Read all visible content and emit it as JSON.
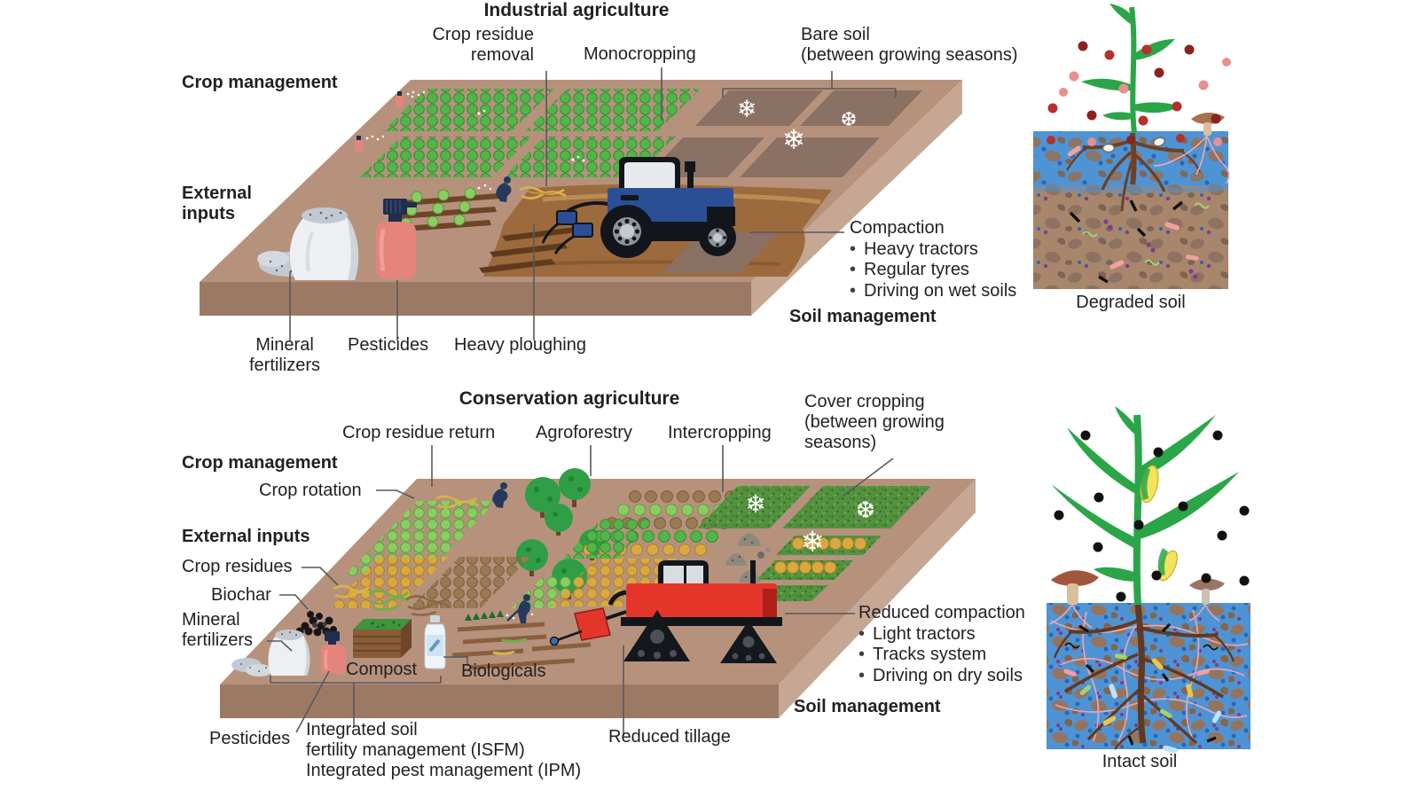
{
  "figure": {
    "type": "comparison-infographic",
    "topic": "Industrial vs conservation agriculture effects on soil"
  },
  "industrial": {
    "title": "Industrial agriculture",
    "crop_management": "Crop management",
    "external_inputs": "External\ninputs",
    "soil_management": "Soil management",
    "crop_residue_removal": "Crop residue\nremoval",
    "monocropping": "Monocropping",
    "bare_soil": "Bare soil\n(between growing seasons)",
    "mineral_fertilizers": "Mineral\nfertilizers",
    "pesticides": "Pesticides",
    "heavy_ploughing": "Heavy ploughing",
    "compaction": {
      "title": "Compaction",
      "items": [
        "Heavy tractors",
        "Regular tyres",
        "Driving on wet soils"
      ]
    },
    "soil_caption": "Degraded soil"
  },
  "conservation": {
    "title": "Conservation agriculture",
    "crop_management": "Crop management",
    "external_inputs": "External inputs",
    "soil_management": "Soil management",
    "crop_residue_return": "Crop residue return",
    "agroforestry": "Agroforestry",
    "intercropping": "Intercropping",
    "cover_cropping": "Cover cropping\n(between growing\nseasons)",
    "crop_rotation": "Crop rotation",
    "crop_residues": "Crop residues",
    "biochar": "Biochar",
    "mineral_fertilizers": "Mineral\nfertilizers",
    "compost": "Compost",
    "biologicals": "Biologicals",
    "pesticides": "Pesticides",
    "management_programs": "Integrated soil\nfertility management (ISFM)\nIntegrated pest management (IPM)",
    "reduced_tillage": "Reduced tillage",
    "reduced_compaction": {
      "title": "Reduced compaction",
      "items": [
        "Light tractors",
        "Tracks system",
        "Driving on dry soils"
      ]
    },
    "soil_caption": "Intact soil"
  },
  "icons": {
    "snowflake_star": "❄",
    "snowflake_round": "❆"
  },
  "colors": {
    "field_top": "#b6927d",
    "field_front": "#9c7965",
    "field_side": "#c6a794",
    "ploughed": "#9c6a3c",
    "bare_plot": "#8a7164",
    "crop_green": "#53b449",
    "crop_light_green": "#8ccc62",
    "crop_yellow": "#d9a93f",
    "crop_brown": "#9b7a53",
    "cover_crop": "#55923f",
    "tree_green": "#2f9e45",
    "tractor_blue": "#2b4f96",
    "tractor_red": "#e4352b",
    "water_blue": "#4e94d4",
    "degraded_subsoil": "#a8866b",
    "root_brown": "#6b4226",
    "text": "#231f20",
    "leader_line": "#58595b"
  }
}
